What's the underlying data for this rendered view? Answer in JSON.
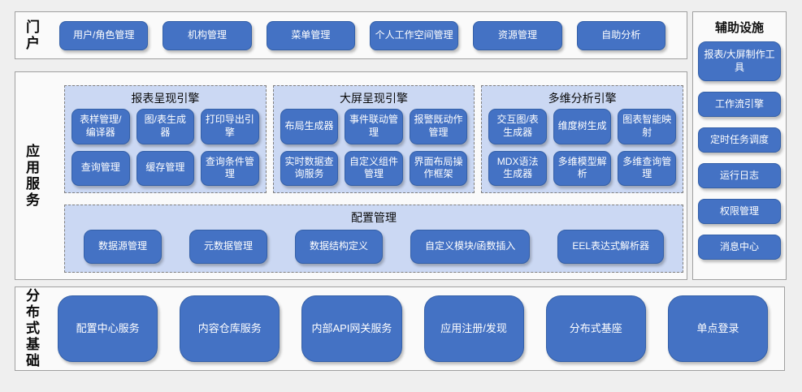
{
  "colors": {
    "button_blue": "#4472c4",
    "button_border": "#3460a8",
    "group_bg": "#cbd8f3",
    "panel_border": "#a0a0a0"
  },
  "portal": {
    "label": "门户",
    "items": [
      "用户/角色管理",
      "机构管理",
      "菜单管理",
      "个人工作空间管理",
      "资源管理",
      "自助分析"
    ]
  },
  "app_services": {
    "label": "应用服务",
    "engines": [
      {
        "title": "报表呈现引擎",
        "items": [
          "表样管理/编译器",
          "图/表生成器",
          "打印导出引擎",
          "查询管理",
          "缓存管理",
          "查询条件管理"
        ]
      },
      {
        "title": "大屏呈现引擎",
        "items": [
          "布局生成器",
          "事件联动管理",
          "报警既动作管理",
          "实时数据查询服务",
          "自定义组件管理",
          "界面布局操作框架"
        ]
      },
      {
        "title": "多维分析引擎",
        "items": [
          "交互图/表生成器",
          "维度树生成",
          "图表智能映射",
          "MDX语法生成器",
          "多维模型解析",
          "多维查询管理"
        ]
      }
    ],
    "config": {
      "title": "配置管理",
      "items": [
        "数据源管理",
        "元数据管理",
        "数据结构定义",
        "自定义模块/函数插入",
        "EEL表达式解析器"
      ]
    }
  },
  "auxiliary": {
    "label": "辅助设施",
    "items": [
      "报表/大屏制作工具",
      "工作流引擎",
      "定时任务调度",
      "运行日志",
      "权限管理",
      "消息中心"
    ]
  },
  "distributed": {
    "label": "分布式基础",
    "items": [
      "配置中心服务",
      "内容仓库服务",
      "内部API网关服务",
      "应用注册/发现",
      "分布式基座",
      "单点登录"
    ]
  }
}
